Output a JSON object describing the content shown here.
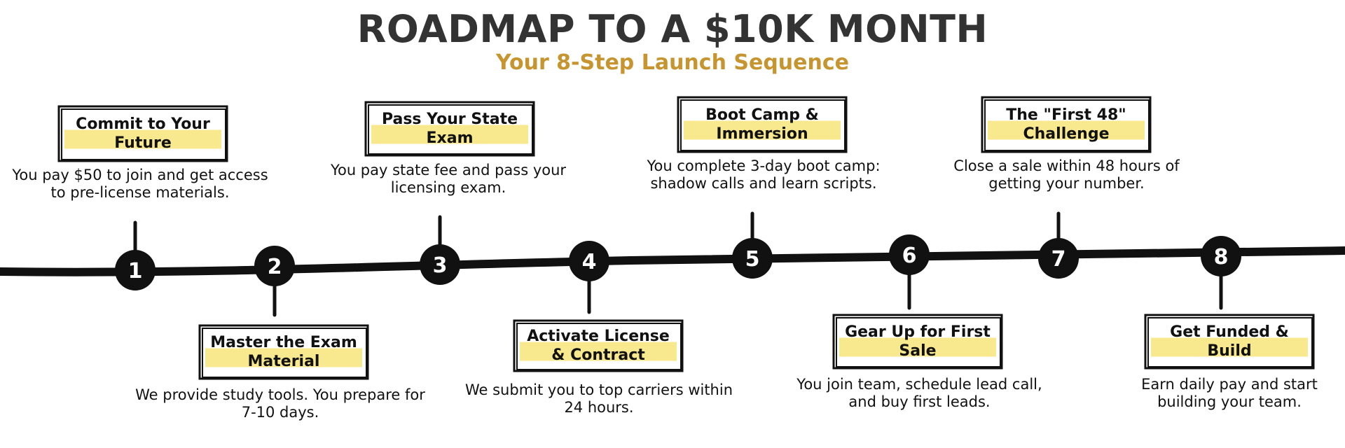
{
  "title": "ROADMAP TO A $10K MONTH",
  "subtitle": "Your 8-Step Launch Sequence",
  "colors": {
    "title": "#333333",
    "subtitle": "#c69530",
    "highlight": "#f8e88e",
    "line": "#111111",
    "number": "#ffffff"
  },
  "steps": [
    {
      "number": "1",
      "title": "Commit to Your Future",
      "description": "You pay $50 to join and get access to pre-license materials."
    },
    {
      "number": "2",
      "title": "Master the Exam Material",
      "description": "We provide study tools. You prepare for 7-10 days."
    },
    {
      "number": "3",
      "title": "Pass Your State Exam",
      "description": "You pay state fee and pass your licensing exam."
    },
    {
      "number": "4",
      "title": "Activate License & Contract",
      "description": "We submit you to top carriers within 24 hours."
    },
    {
      "number": "5",
      "title": "Boot Camp & Immersion",
      "description": "You complete 3-day boot camp: shadow calls and learn scripts."
    },
    {
      "number": "6",
      "title": "Gear Up for First Sale",
      "description": "You join team, schedule lead call, and buy first leads."
    },
    {
      "number": "7",
      "title": "The \"First 48\" Challenge",
      "description": "Close a sale within 48 hours of getting your number."
    },
    {
      "number": "8",
      "title": "Get Funded & Build",
      "description": "Earn daily pay and start building your team."
    }
  ]
}
